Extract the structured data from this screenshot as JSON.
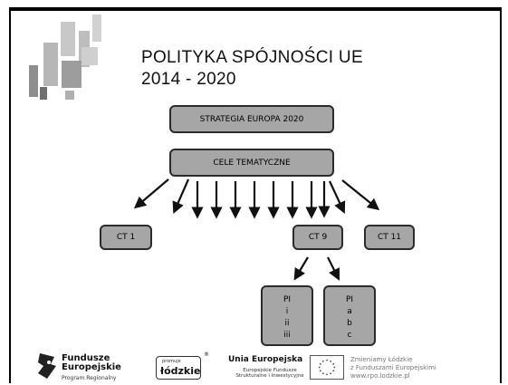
{
  "slide": {
    "title_line1": "POLITYKA SPÓJNOŚCI UE",
    "title_line2": "2014 - 2020"
  },
  "diagram": {
    "strategy": "STRATEGIA EUROPA 2020",
    "objectives": "CELE TEMATYCZNE",
    "ct1": "CT 1",
    "ct9": "CT 9",
    "ct11": "CT 11",
    "pi_roman": {
      "head": "PI",
      "items": [
        "i",
        "ii",
        "iii"
      ]
    },
    "pi_alpha": {
      "head": "PI",
      "items": [
        "a",
        "b",
        "c"
      ]
    }
  },
  "footer": {
    "funds_line1": "Fundusze",
    "funds_line2": "Europejskie",
    "funds_line3": "Program Regionalny",
    "lodz_small": "promuje",
    "lodz_main": "łódzkie",
    "registered": "®",
    "eu_title": "Unia Europejska",
    "eu_line1": "Europejskie Fundusze",
    "eu_line2": "Strukturalne i Inwestycyjne",
    "motto1": "Zmieniamy Łódzkie",
    "motto2": "z Funduszami Europejskimi",
    "url": "www.rpo.lodzkie.pl"
  }
}
